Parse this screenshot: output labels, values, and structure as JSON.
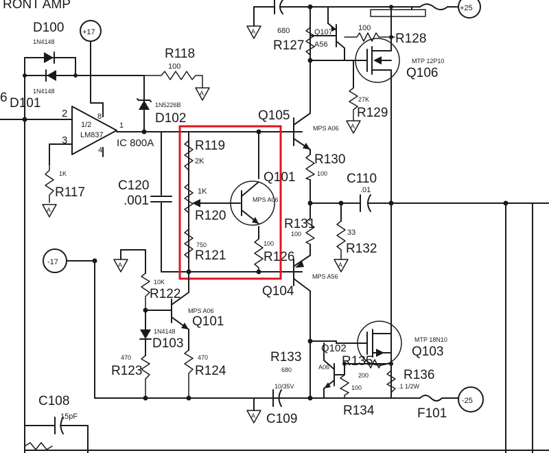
{
  "labels": {
    "header": "RONT AMP",
    "rail_p17": "+17",
    "rail_m17": "-17",
    "rail_p25": "+25",
    "rail_m25": "-25",
    "d100": "D100",
    "d100_type": "1N4148",
    "d101": "D101",
    "d101_type": "1N4148",
    "ic": "IC 800A",
    "ic_part": "LM837",
    "ic_half": "1/2",
    "pin2": "2",
    "pin3": "3",
    "pin8": "8",
    "pin4": "4",
    "pin1": "1",
    "r118": "R118",
    "r118_val": "100",
    "d102": "D102",
    "d102_type": "1N5226B",
    "r117": "R117",
    "r117_val": "1K",
    "c120": "C120",
    "c120_val": ".001",
    "r119": "R119",
    "r119_val": "2K",
    "r120": "R120",
    "r120_val": "1K",
    "r121": "R121",
    "r121_val": "750",
    "q101_top": "Q101",
    "q101_top_type": "MPS A06",
    "r126": "R126",
    "r126_val": "100",
    "q105": "Q105",
    "q105_type": "MPS A06",
    "q104": "Q104",
    "q104_type": "MPS A56",
    "r130": "R130",
    "r130_val": "100",
    "r131": "R131",
    "r131_val": "100",
    "c110": "C110",
    "c110_val": ".01",
    "r132": "R132",
    "r132_val": "33",
    "r127": "R127",
    "r127_val": "680",
    "q107": "Q107",
    "q107_type": "A56",
    "r128": "R128",
    "r128_val": "100",
    "q106": "Q106",
    "q106_type": "MTP 12P10",
    "r129": "R129",
    "r129_val": "27K",
    "r122": "R122",
    "r122_val": "10K",
    "q101_bot": "Q101",
    "q101_bot_type": "MPS A06",
    "d103": "D103",
    "d103_type": "1N4148",
    "r123": "R123",
    "r123_val": "470",
    "r124": "R124",
    "r124_val": "470",
    "r133": "R133",
    "r133_val": "680",
    "q102": "Q102",
    "q102_type": "A06",
    "r135": "R135",
    "r135_val": "200",
    "r134": "R134",
    "r134_val": "100",
    "r136": "R136",
    "r136_val": ".1 1/2W",
    "q103": "Q103",
    "q103_type": "MTP 18N10",
    "c109": "C109",
    "c109_val": "10/35V",
    "f101": "F101",
    "c108": "C108",
    "c108_val": "15pF",
    "gnd": "A",
    "left_edge": "6"
  },
  "colors": {
    "ink": "#1a1a1a",
    "highlight": "#e0141e",
    "paper": "#ffffff"
  }
}
